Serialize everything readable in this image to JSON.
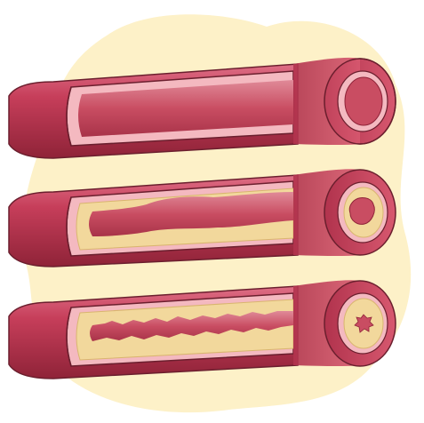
{
  "illustration": {
    "subject": "arterial-plaque-progression",
    "panel_count": 3,
    "stages": [
      {
        "id": "normal",
        "plaque_level": 0.0
      },
      {
        "id": "moderate",
        "plaque_level": 0.45
      },
      {
        "id": "severe",
        "plaque_level": 0.8
      }
    ]
  },
  "colors": {
    "background": "#ffffff",
    "backdrop_blob": "#fdf1c8",
    "artery_wall": "#c63e5a",
    "artery_wall_dark": "#8f2338",
    "artery_wall_light": "#de6f86",
    "inner_wall": "#f4b9c0",
    "lumen_blood": "#c94d62",
    "lumen_blood_light": "#d97585",
    "plaque": "#f2d89c",
    "plaque_dark": "#d9b56f",
    "outline": "#6b1f2e"
  }
}
